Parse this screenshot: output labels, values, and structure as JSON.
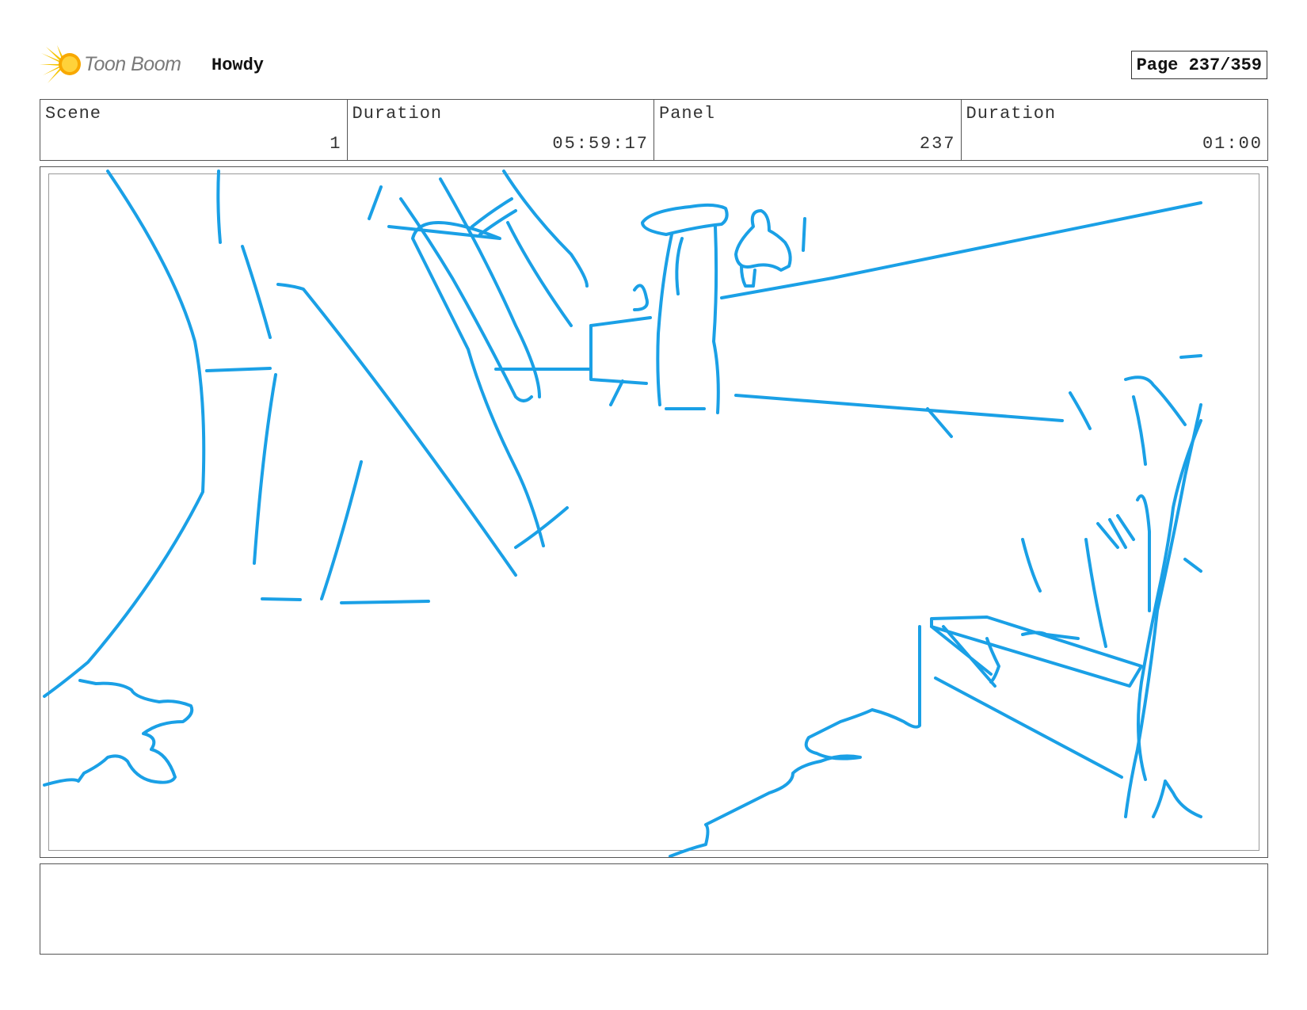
{
  "header": {
    "logo_text": "Toon Boom",
    "project_title": "Howdy",
    "page_label": "Page 237/359"
  },
  "info": {
    "scene_label": "Scene",
    "scene_value": "1",
    "scene_duration_label": "Duration",
    "scene_duration_value": "05:59:17",
    "panel_label": "Panel",
    "panel_value": "237",
    "panel_duration_label": "Duration",
    "panel_duration_value": "01:00"
  },
  "colors": {
    "sketch_stroke": "#1aa0e6",
    "logo_yellow": "#f5c400",
    "border": "#555555"
  },
  "notes": {
    "text": ""
  }
}
